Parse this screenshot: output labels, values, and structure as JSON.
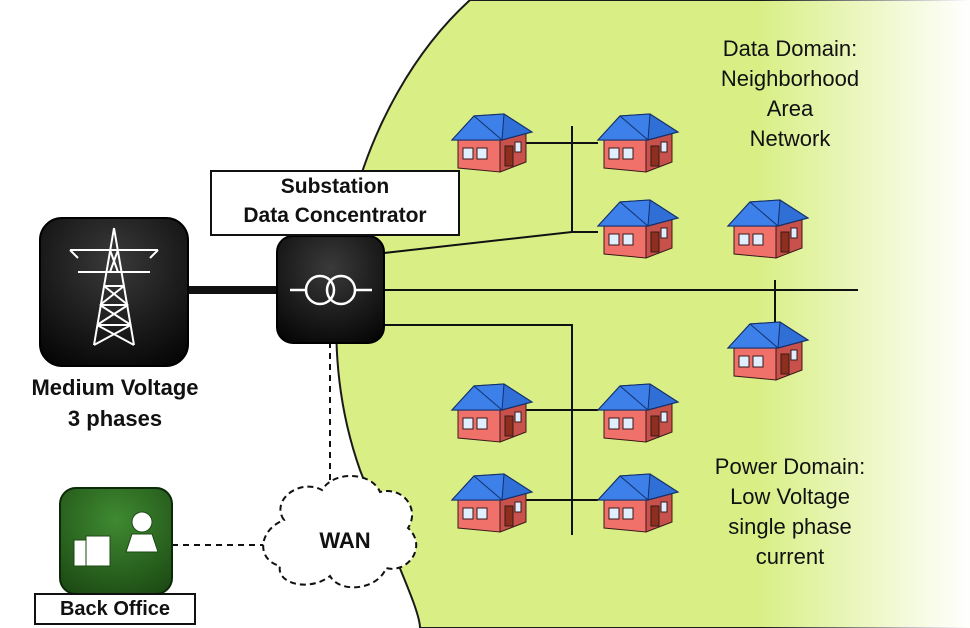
{
  "substation": {
    "line1": "Substation",
    "line2": "Data Concentrator"
  },
  "medium_voltage": {
    "line1": "Medium Voltage",
    "line2": "3 phases"
  },
  "back_office": {
    "label": "Back Office"
  },
  "wan": {
    "label": "WAN"
  },
  "data_domain": {
    "lines": [
      "Data Domain:",
      "Neighborhood",
      "Area",
      "Network"
    ]
  },
  "power_domain": {
    "lines": [
      "Power Domain:",
      "Low Voltage",
      "single phase",
      "current"
    ]
  },
  "colors": {
    "domain_fill": "#d9ef86",
    "house_roof": "#2f6fd6",
    "house_wall": "#f0706a",
    "back_office_green": "#2f6b24",
    "device_black": "#141414"
  }
}
